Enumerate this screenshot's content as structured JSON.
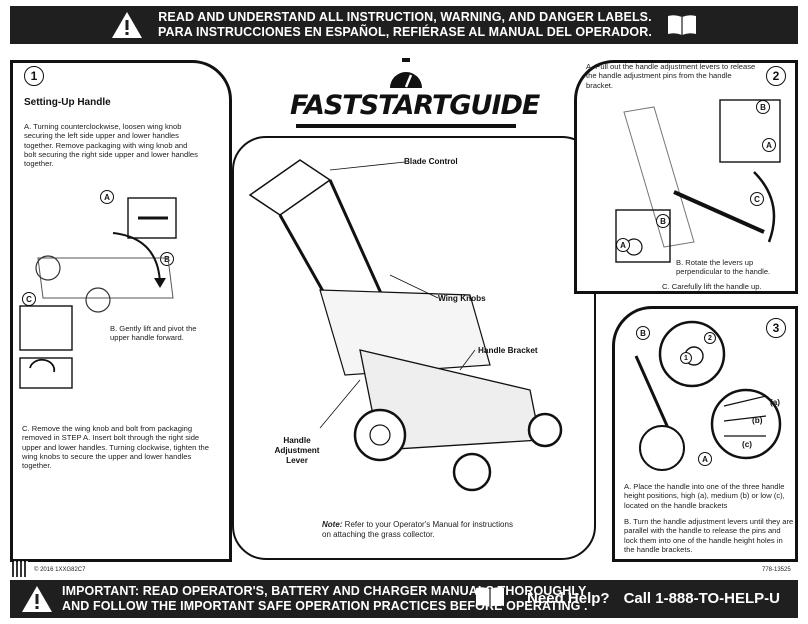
{
  "top_banner": {
    "line1": "READ AND UNDERSTAND ALL INSTRUCTION, WARNING, AND DANGER LABELS.",
    "line2": "PARA INSTRUCCIONES EN ESPAÑOL, REFIÉRASE AL MANUAL DEL OPERADOR."
  },
  "logo": {
    "text": "FASTSTARTGUIDE"
  },
  "step1": {
    "number": "1",
    "heading": "Setting-Up Handle",
    "a_text": "A.  Turning counterclockwise, loosen wing knob securing the left side upper and lower handles together. Remove packaging with wing knob and bolt securing the right side upper and lower handles together.",
    "b_text": "B.  Gently lift and pivot the upper handle forward.",
    "c_text": "C.  Remove the wing knob and bolt from packaging removed in STEP A. Insert bolt through the right side upper and lower handles. Turning clockwise, tighten the wing knobs to secure the upper and lower handles together.",
    "callout_a": "A",
    "callout_b": "B",
    "callout_c": "C"
  },
  "center": {
    "blade_control": "Blade Control",
    "wing_knobs": "Wing Knobs",
    "handle_bracket": "Handle Bracket",
    "handle_adjustment_lever": "Handle Adjustment Lever",
    "note_label": "Note:",
    "note_text": " Refer to your Operator's Manual for instructions on attaching the grass collector."
  },
  "step2": {
    "number": "2",
    "a_text": "A.  Pull out the handle adjustment levers to release the handle adjustment pins from the handle bracket.",
    "b_text": "B.  Rotate the levers up perpendicular to the handle.",
    "c_text": "C.  Carefully lift the handle up.",
    "callout_a": "A",
    "callout_b": "B",
    "callout_c": "C"
  },
  "step3": {
    "number": "3",
    "a_text": "A.  Place the handle into one of the three handle height positions, high (a), medium (b) or low (c), located on the handle brackets",
    "b_text": "B.  Turn the handle adjustment levers until they are parallel with the handle to release the pins and lock them into one of the handle height holes in the handle brackets.",
    "pos_a": "(a)",
    "pos_b": "(b)",
    "pos_c": "(c)",
    "callout_a": "A",
    "callout_b": "B",
    "num1": "1",
    "num2": "2"
  },
  "footer": {
    "copyright": "© 2016 1XXG82C7",
    "part_number": "778-13525"
  },
  "bottom_banner": {
    "line1": "IMPORTANT: READ OPERATOR'S, BATTERY AND CHARGER MANUALS THOROUGHLY",
    "line2": "AND FOLLOW THE IMPORTANT SAFE OPERATION PRACTICES BEFORE OPERATING .",
    "need_help": "Need Help?",
    "phone": "Call 1-888-TO-HELP-U"
  },
  "icons": [
    "warning-triangle-icon",
    "manual-book-icon",
    "qr-code-icon",
    "stopwatch-icon"
  ],
  "colors": {
    "banner": "#1f1f1f",
    "ink": "#111111",
    "paper": "#ffffff"
  }
}
